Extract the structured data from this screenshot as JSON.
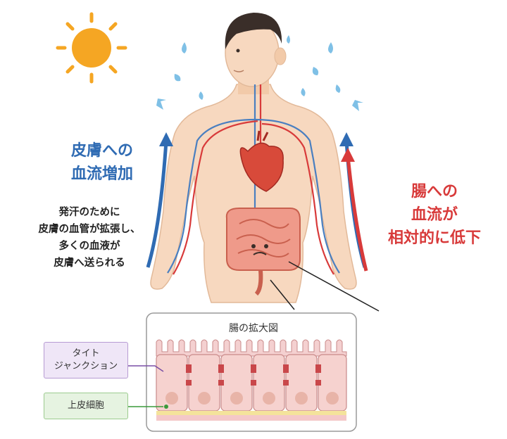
{
  "skin_heading": [
    "皮膚への",
    "血流増加"
  ],
  "sweat_note": [
    "発汗のために",
    "皮膚の血管が拡張し、",
    "多くの血液が",
    "皮膚へ送られる"
  ],
  "intestine_heading": [
    "腸への",
    "血流が",
    "相対的に低下"
  ],
  "zoom_title": "腸の拡大図",
  "tight_junction_label": [
    "タイト",
    "ジャンクション"
  ],
  "epithelial_label": "上皮細胞",
  "colors": {
    "blue_arrow": "#2f6bb3",
    "red_arrow": "#d83a3a",
    "skin": "#f7d8bf",
    "sun": "#f5a623",
    "tag_purple_bg": "#efe6f7",
    "tag_green_bg": "#e6f3e1"
  },
  "icons": [
    "sun-icon",
    "sweat-drop-icon",
    "heart-icon",
    "intestine-icon",
    "blood-vessel-icon"
  ]
}
